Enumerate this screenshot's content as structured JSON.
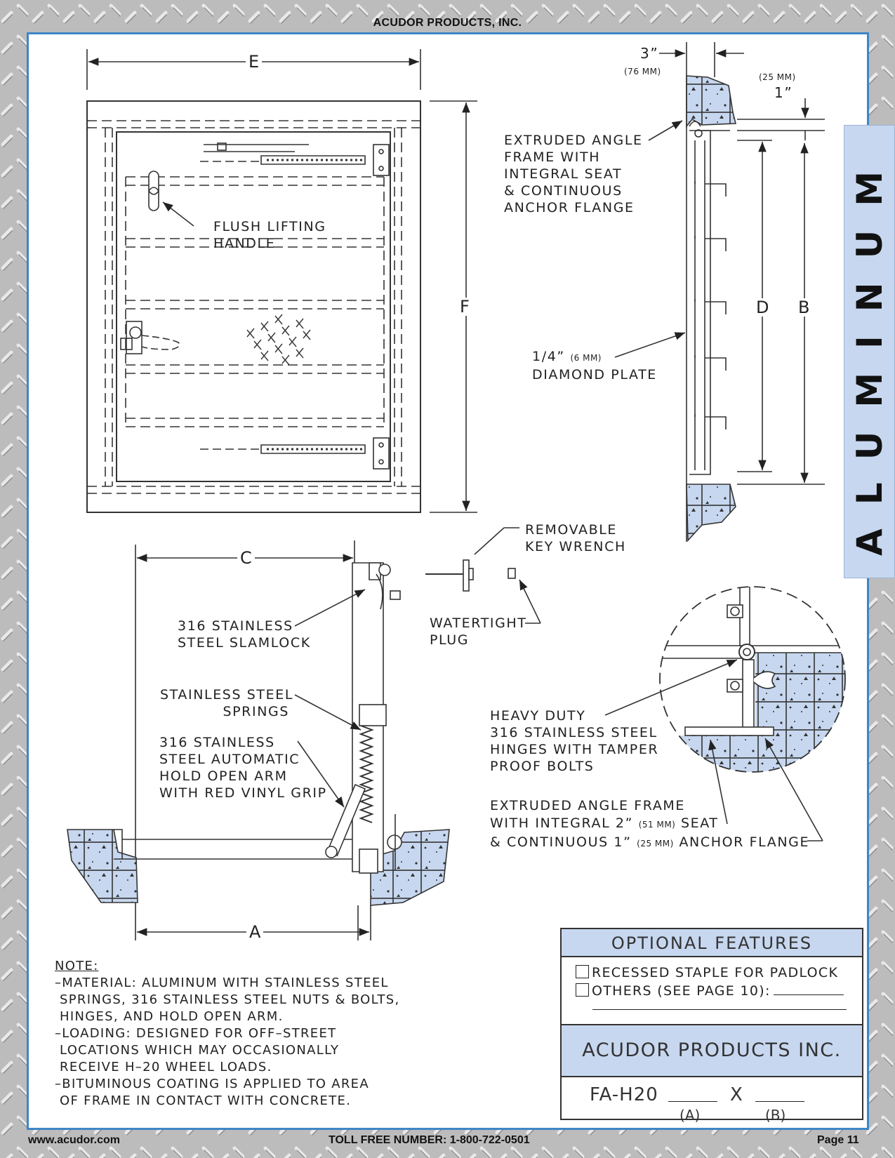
{
  "header": {
    "company": "ACUDOR PRODUCTS, INC."
  },
  "side_tab": {
    "text": "ALUMINUM"
  },
  "dimensions": {
    "e": "E",
    "f": "F",
    "c": "C",
    "a": "A",
    "d": "D",
    "b": "B",
    "three_in": "3”",
    "three_mm": "(76 MM)",
    "one_mm": "(25 MM)",
    "one_in": "1”"
  },
  "callouts": {
    "frame_angle": [
      "EXTRUDED ANGLE",
      "FRAME WITH",
      "INTEGRAL SEAT",
      "& CONTINUOUS",
      "ANCHOR FLANGE"
    ],
    "lifting_handle": [
      "FLUSH LIFTING",
      "HANDLE"
    ],
    "diamond_plate_size": "1/4”",
    "diamond_plate_mm": "(6 MM)",
    "diamond_plate": "DIAMOND PLATE",
    "key_wrench": [
      "REMOVABLE",
      "KEY WRENCH"
    ],
    "plug": [
      "WATERTIGHT",
      "PLUG"
    ],
    "slamlock": [
      "316 STAINLESS",
      "STEEL SLAMLOCK"
    ],
    "springs": [
      "STAINLESS STEEL",
      "SPRINGS"
    ],
    "hold_arm": [
      "316 STAINLESS",
      "STEEL AUTOMATIC",
      "HOLD OPEN ARM",
      "WITH RED VINYL GRIP"
    ],
    "hinges": [
      "HEAVY DUTY",
      "316 STAINLESS STEEL",
      "HINGES WITH TAMPER",
      "PROOF BOLTS"
    ],
    "frame_seat_1": "EXTRUDED ANGLE FRAME",
    "frame_seat_2a": "WITH INTEGRAL 2”",
    "frame_seat_2mm": "(51 MM)",
    "frame_seat_2b": "SEAT",
    "frame_seat_3a": "& CONTINUOUS 1”",
    "frame_seat_3mm": "(25 MM)",
    "frame_seat_3b": "ANCHOR FLANGE"
  },
  "notes": {
    "title": "NOTE:",
    "lines": [
      "–MATERIAL: ALUMINUM WITH STAINLESS STEEL",
      " SPRINGS, 316 STAINLESS STEEL NUTS & BOLTS,",
      " HINGES, AND HOLD OPEN ARM.",
      "–LOADING: DESIGNED FOR OFF–STREET",
      " LOCATIONS WHICH MAY OCCASIONALLY",
      " RECEIVE H–20 WHEEL LOADS.",
      "–BITUMINOUS COATING IS APPLIED TO AREA",
      " OF FRAME IN CONTACT WITH CONCRETE."
    ]
  },
  "title_block": {
    "heading": "OPTIONAL FEATURES",
    "options": [
      "RECESSED STAPLE FOR PADLOCK",
      "OTHERS (SEE PAGE 10):"
    ],
    "company": "ACUDOR PRODUCTS INC.",
    "model": "FA-H20",
    "times": "X",
    "label_a": "(A)",
    "label_b": "(B)"
  },
  "footer": {
    "website": "www.acudor.com",
    "toll_free": "TOLL FREE NUMBER: 1-800-722-0501",
    "page": "Page 11"
  },
  "colors": {
    "border": "#3f86c6",
    "accent_fill": "#c7d7ef",
    "concrete": "#c7d7ef"
  }
}
